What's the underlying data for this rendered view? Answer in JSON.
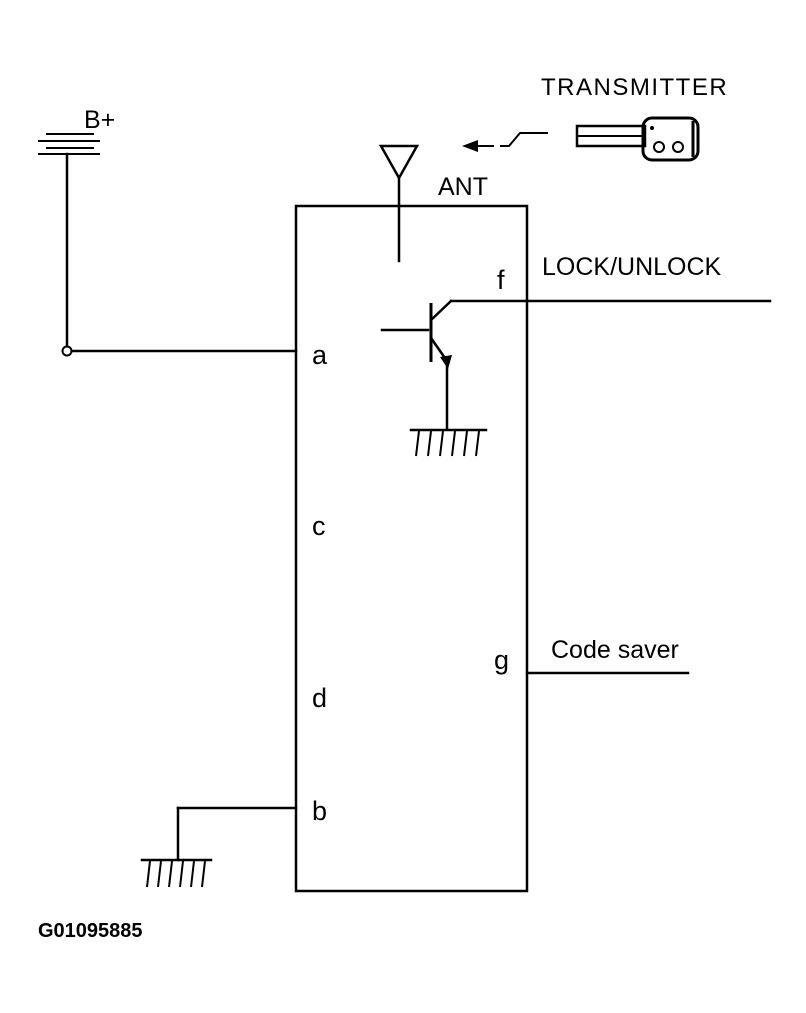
{
  "labels": {
    "battery": "B+",
    "transmitter": "TRANSMITTER",
    "antenna": "ANT",
    "lock_unlock": "LOCK/UNLOCK",
    "code_saver": "Code saver",
    "figure_id": "G01095885"
  },
  "pins": {
    "a": "a",
    "b": "b",
    "c": "c",
    "d": "d",
    "f": "f",
    "g": "g"
  }
}
